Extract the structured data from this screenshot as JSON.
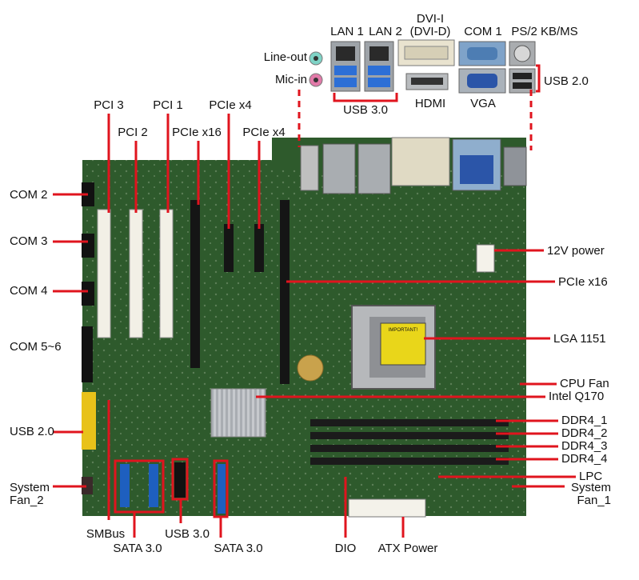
{
  "colors": {
    "pcb": "#2e5a2c",
    "pcb_dark": "#224722",
    "callout": "#e0141e",
    "slot_black": "#151515",
    "slot_white": "#f2f0e6",
    "dimm": "#1b1b1b",
    "heatsink": "#c9ccd0",
    "sata_blue": "#1e5fbf",
    "usb_yellow": "#e8c21a",
    "dvi_beige": "#e9e3cf",
    "vga_blue": "#2b55a8",
    "usb_port_blue": "#2d6fd6",
    "audio_green": "#7fd3c6",
    "audio_pink": "#e27aa9"
  },
  "labels": {
    "top": {
      "line_out": "Line-out",
      "mic_in": "Mic-in",
      "lan1": "LAN 1",
      "lan2": "LAN 2",
      "dvi": "DVI-I",
      "dvi_d": "(DVI-D)",
      "com1": "COM 1",
      "ps2": "PS/2 KB/MS",
      "usb30": "USB 3.0",
      "hdmi": "HDMI",
      "vga": "VGA",
      "usb20": "USB 2.0"
    },
    "slots": {
      "pci3": "PCI 3",
      "pci1": "PCI 1",
      "pcie_x4_a": "PCIe x4",
      "pci2": "PCI 2",
      "pcie_x16_a": "PCIe x16",
      "pcie_x4_b": "PCIe x4"
    },
    "left": {
      "com2": "COM 2",
      "com3": "COM 3",
      "com4": "COM 4",
      "com56": "COM 5~6",
      "usb20": "USB 2.0",
      "sysfan2": "System\nFan_2"
    },
    "right": {
      "power12v": "12V power",
      "pcie_x16": "PCIe x16",
      "lga": "LGA 1151",
      "cpufan": "CPU Fan",
      "q170": "Intel Q170",
      "ddr1": "DDR4_1",
      "ddr2": "DDR4_2",
      "ddr3": "DDR4_3",
      "ddr4": "DDR4_4",
      "lpc": "LPC",
      "sysfan1": "System\nFan_1"
    },
    "bottom": {
      "smbus": "SMBus",
      "sata_a": "SATA 3.0",
      "usb30": "USB 3.0",
      "sata_b": "SATA 3.0",
      "dio": "DIO",
      "atx": "ATX Power"
    },
    "socket_sticker": "IMPORTANT!"
  }
}
